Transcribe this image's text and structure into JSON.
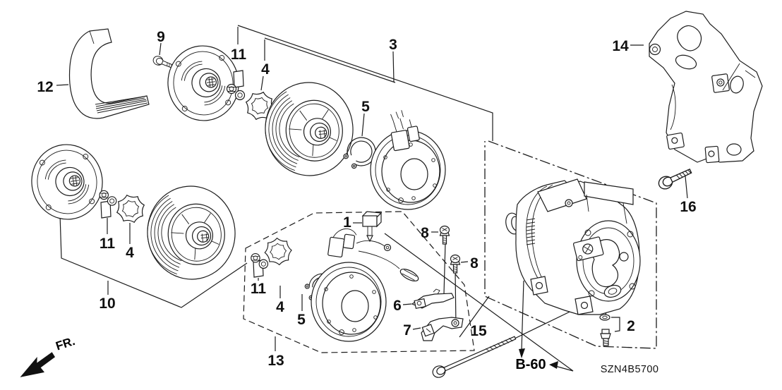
{
  "diagram": {
    "description": "exploded-parts-diagram-ac-compressor",
    "ink_color": "#1c1c1c",
    "background_color": "#ffffff",
    "callouts": {
      "c12": "12",
      "c9": "9",
      "c11_top": "11",
      "c4_top": "4",
      "c3": "3",
      "c5_top": "5",
      "c14": "14",
      "c16": "16",
      "c11_left": "11",
      "c4_left": "4",
      "c10": "10",
      "c1": "1",
      "c8_upper": "8",
      "c8_lower": "8",
      "c11_mid": "11",
      "c4_mid": "4",
      "c5_mid": "5",
      "c6": "6",
      "c7": "7",
      "c13": "13",
      "c15": "15",
      "c2": "2"
    },
    "footer": {
      "page_ref": "B-60",
      "part_code": "SZN4B5700",
      "front_label": "FR."
    }
  }
}
